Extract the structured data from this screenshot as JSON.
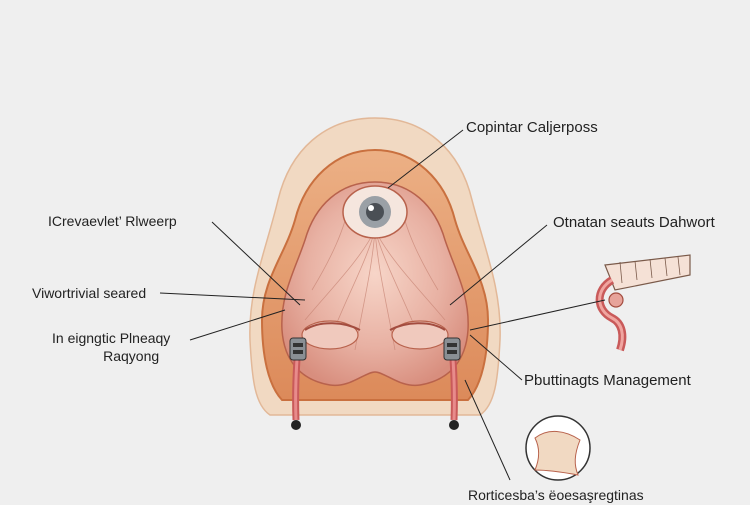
{
  "diagram": {
    "labels": {
      "top_right": "Copintar Caljerposs",
      "left_1": "ICrevaevlet’ Rlweerp",
      "right_1": "Otnatan seauts Dahwort",
      "left_2": "Viwortrivial seared",
      "left_3_line1": "In eigngtic Plneaqy",
      "left_3_line2": "Raqyong",
      "right_2": "Pbuttinagts Management",
      "bottom": "Rorticesba’s ëoesaşregtinas"
    },
    "colors": {
      "background": "#efefef",
      "outer_skin": "#f1d9c2",
      "tissue_orange": "#e49a6a",
      "inner_pink": "#e8b1a3",
      "vessel_red": "#c95a5a",
      "leader_line": "#222222"
    },
    "icons": [
      "eye-icon",
      "clamp-icon",
      "tube-icon",
      "inset-circle-icon"
    ]
  }
}
